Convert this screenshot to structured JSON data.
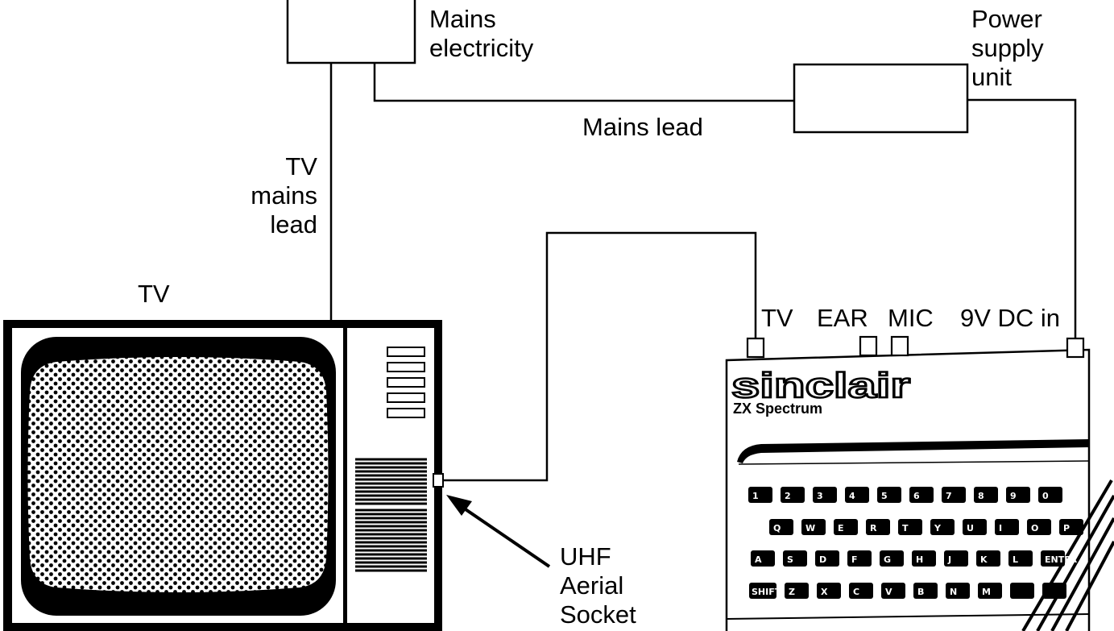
{
  "labels": {
    "mains_electricity": [
      "Mains",
      "electricity"
    ],
    "power_supply_unit": [
      "Power",
      "supply",
      "unit"
    ],
    "mains_lead": "Mains lead",
    "tv_mains_lead": [
      "TV",
      "mains",
      "lead"
    ],
    "tv": "TV",
    "uhf_aerial_socket": [
      "UHF",
      "Aerial",
      "Socket"
    ],
    "ports": {
      "tv": "TV",
      "ear": "EAR",
      "mic": "MIC",
      "dc_in": "9V DC in"
    }
  },
  "computer": {
    "brand": "sinclair",
    "model": "ZX Spectrum",
    "keyboard_rows": [
      [
        "1",
        "2",
        "3",
        "4",
        "5",
        "6",
        "7",
        "8",
        "9",
        "0"
      ],
      [
        "Q",
        "W",
        "E",
        "R",
        "T",
        "Y",
        "U",
        "I",
        "O",
        "P"
      ],
      [
        "A",
        "S",
        "D",
        "F",
        "G",
        "H",
        "J",
        "K",
        "L",
        "ENTER"
      ],
      [
        "SHIFT",
        "Z",
        "X",
        "C",
        "V",
        "B",
        "N",
        "M",
        "",
        ""
      ]
    ]
  },
  "icons": {
    "tv_set": "tv-icon",
    "computer": "zx-spectrum-icon",
    "wall_socket": "mains-socket-icon",
    "psu": "power-supply-icon",
    "arrow": "arrow-icon"
  }
}
